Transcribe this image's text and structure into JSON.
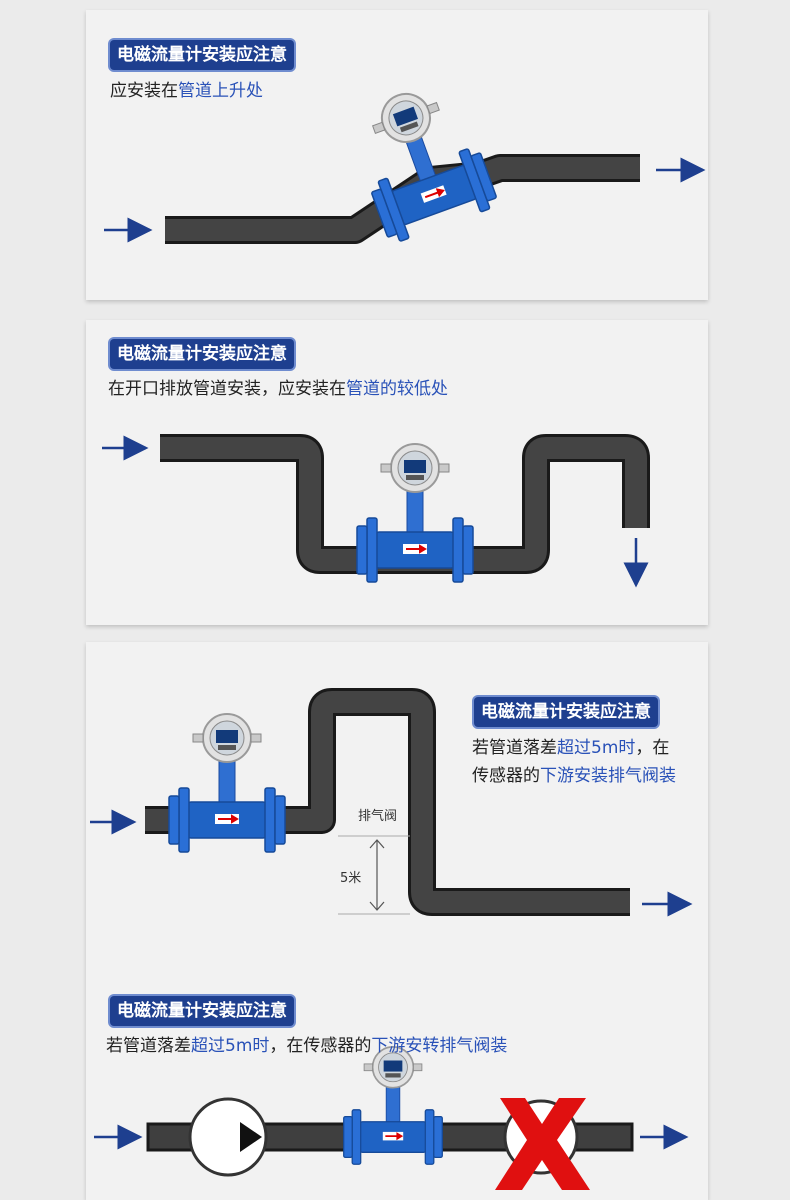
{
  "panel1": {
    "title": "电磁流量计安装应注意",
    "text_plain": "应安装在",
    "text_highlight": "管道上升处"
  },
  "panel2": {
    "title": "电磁流量计安装应注意",
    "text_plain": "在开口排放管道安装，应安装在",
    "text_highlight": "管道的较低处"
  },
  "panel3": {
    "title": "电磁流量计安装应注意",
    "line1_plain_a": "若管道落差",
    "line1_highlight": "超过5m时",
    "line1_plain_b": "，在",
    "line2_plain": "传感器的",
    "line2_highlight": "下游安装排气阀装",
    "valve_label": "排气阀",
    "height_label": "5米"
  },
  "panel4": {
    "title": "电磁流量计安装应注意",
    "text_plain_a": "若管道落差",
    "text_highlight_a": "超过5m时",
    "text_plain_b": "，在传感器的",
    "text_highlight_b": "下游安转排气阀装"
  },
  "colors": {
    "title_bg": "#1e3f8f",
    "highlight": "#2a52b8",
    "pipe": "#3f3f3f",
    "meter_blue": "#1f63c4",
    "arrow": "#1e3f8f",
    "cross": "#e01010"
  }
}
